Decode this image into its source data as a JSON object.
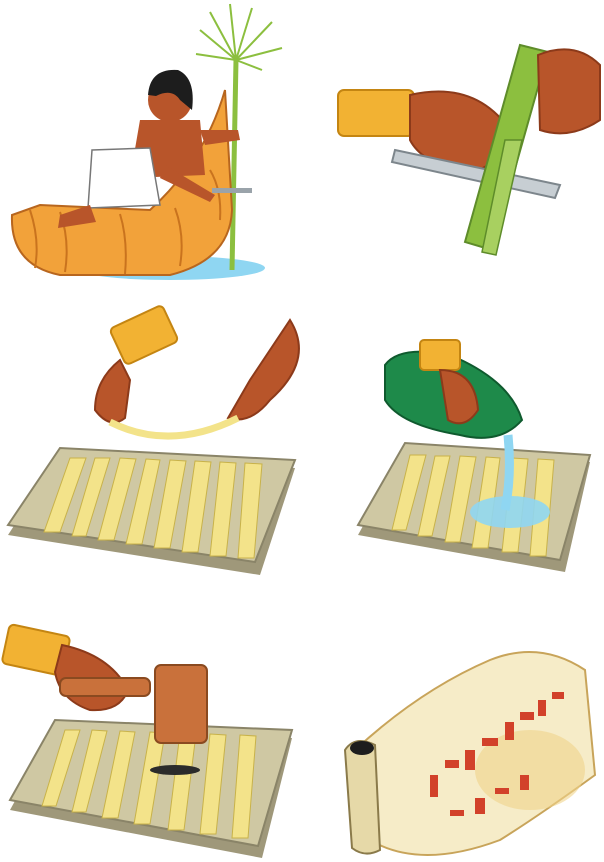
{
  "title": "",
  "panels": [
    {
      "id": "harvest",
      "caption": "",
      "icon": "reed-cutting-icon"
    },
    {
      "id": "split",
      "caption": "",
      "icon": "knife-splitting-icon"
    },
    {
      "id": "lay-strips",
      "caption": "",
      "icon": "laying-strips-icon"
    },
    {
      "id": "wet",
      "caption": "",
      "icon": "pouring-water-icon"
    },
    {
      "id": "pound",
      "caption": "",
      "icon": "mallet-icon"
    },
    {
      "id": "scroll",
      "caption": "",
      "icon": "papyrus-scroll-icon"
    }
  ],
  "colors": {
    "skin": "#b8552a",
    "skin_dark": "#8c3a1a",
    "gold": "#f2b233",
    "reed": "#8cbf3f",
    "reed_dark": "#5e8c2a",
    "strip": "#f3e38a",
    "stone": "#cfc8a3",
    "stone_dark": "#9f987a",
    "water": "#8fd6f2",
    "jar": "#1e8a4a",
    "wood": "#c9713b",
    "paper": "#f6ecc8",
    "glyph": "#d2412a"
  }
}
